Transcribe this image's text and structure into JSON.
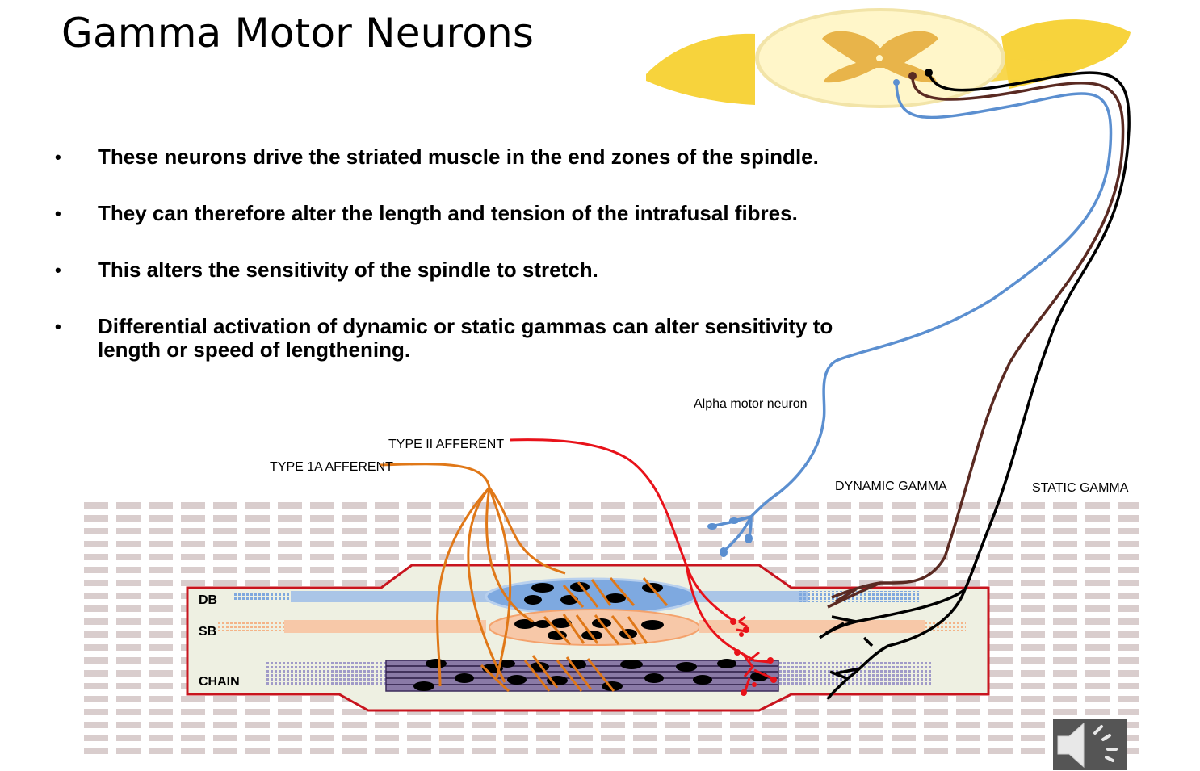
{
  "slide": {
    "title": "Gamma Motor Neurons",
    "bullets": [
      "These neurons drive the striated muscle in the end zones of the spindle.",
      "They can therefore alter the length and tension of the intrafusal fibres.",
      "This alters the sensitivity of the spindle to stretch.",
      "Differential activation of dynamic or static gammas can alter sensitivity to length or speed of lengthening."
    ]
  },
  "diagram": {
    "labels": {
      "alpha": "Alpha motor neuron",
      "type2": "TYPE II  AFFERENT",
      "type1a": "TYPE 1A  AFFERENT",
      "dynamic": "DYNAMIC  GAMMA",
      "static": "STATIC  GAMMA",
      "db": "DB",
      "sb": "SB",
      "chain": "CHAIN"
    },
    "colors": {
      "alpha": "#5b8fd0",
      "dynamic": "#5a2a22",
      "static": "#000000",
      "type1a": "#e07818",
      "type2": "#e8121a",
      "capsule": "#c8141e",
      "capsule_fill": "#eef0e2",
      "extrafusal": "#d8cccc",
      "cord_outer": "#f7d33c",
      "cord_gray": "#e8b44a"
    }
  },
  "controls": {
    "audio_icon": "speaker-icon"
  }
}
